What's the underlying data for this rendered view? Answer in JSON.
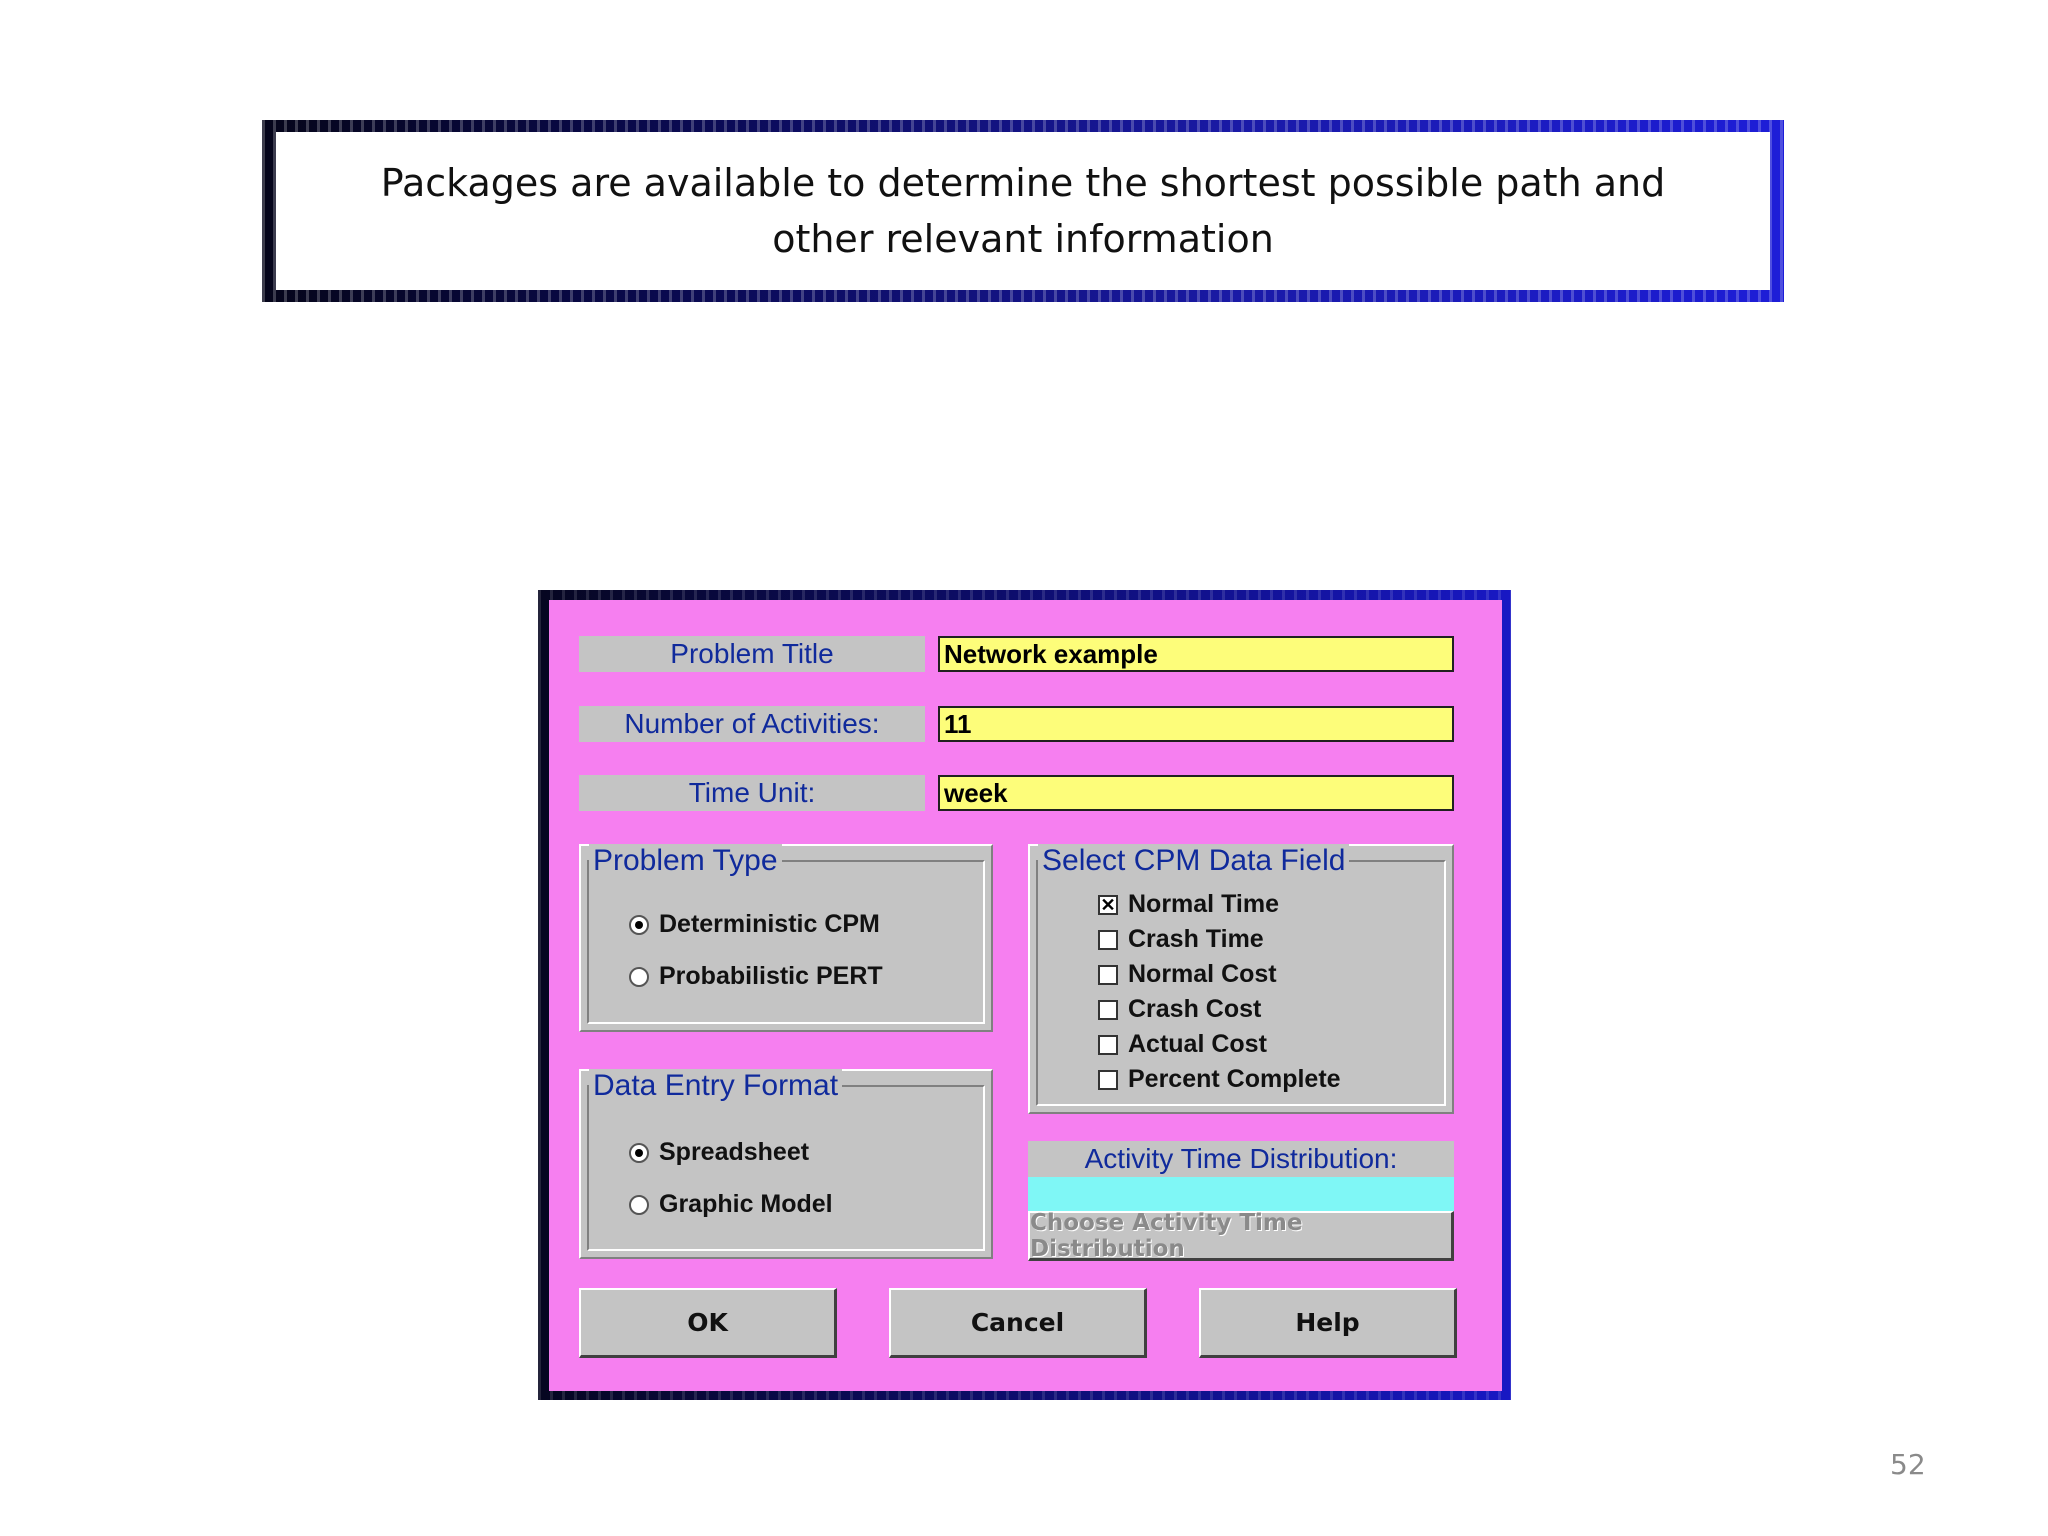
{
  "slide": {
    "heading": "Packages are available to determine the shortest possible path and other relevant information",
    "page_number": "52"
  },
  "dialog": {
    "fields": {
      "problem_title_label": "Problem Title",
      "problem_title_value": "Network example",
      "num_activities_label": "Number of Activities:",
      "num_activities_value": "11",
      "time_unit_label": "Time Unit:",
      "time_unit_value": "week"
    },
    "problem_type": {
      "title": "Problem Type",
      "options": [
        "Deterministic CPM",
        "Probabilistic PERT"
      ],
      "selected": "Deterministic CPM"
    },
    "data_entry_format": {
      "title": "Data Entry Format",
      "options": [
        "Spreadsheet",
        "Graphic Model"
      ],
      "selected": "Spreadsheet"
    },
    "cpm_data_field": {
      "title": "Select CPM Data Field",
      "items": [
        {
          "label": "Normal Time",
          "checked": true
        },
        {
          "label": "Crash Time",
          "checked": false
        },
        {
          "label": "Normal Cost",
          "checked": false
        },
        {
          "label": "Crash Cost",
          "checked": false
        },
        {
          "label": "Actual Cost",
          "checked": false
        },
        {
          "label": "Percent Complete",
          "checked": false
        }
      ]
    },
    "activity_time_distribution": {
      "label": "Activity Time Distribution:",
      "value": "",
      "choose_button": "Choose Activity Time Distribution"
    },
    "buttons": {
      "ok": "OK",
      "cancel": "Cancel",
      "help": "Help"
    },
    "colors": {
      "background": "#f67ff0",
      "panel": "#c4c4c4",
      "input": "#fdfd7a",
      "distribution_value": "#7ff7f6",
      "label_text": "#102a9c"
    }
  }
}
